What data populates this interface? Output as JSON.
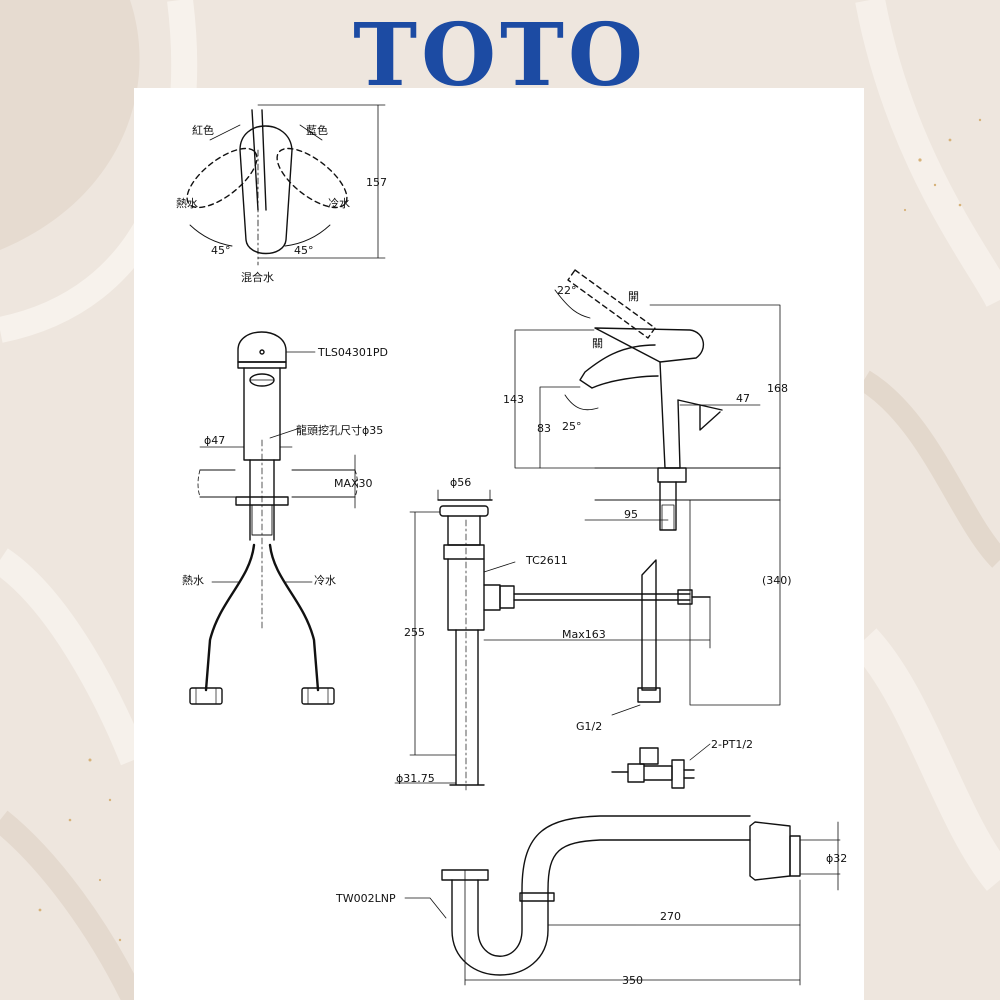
{
  "brand": {
    "logo_text": "TOTO",
    "logo_color": "#1c4ba3"
  },
  "top_view": {
    "red_label": "紅色",
    "blue_label": "藍色",
    "hot_label": "熱水",
    "cold_label": "冷水",
    "angle_left": "45°",
    "angle_right": "45°",
    "mixed_label": "混合水",
    "height_dim": "157"
  },
  "front_view": {
    "model": "TLS04301PD",
    "body_diameter": "ϕ47",
    "hole_label": "龍頭挖孔尺寸ϕ35",
    "max_thickness": "MAX30",
    "hot_label": "熱水",
    "cold_label": "冷水"
  },
  "side_view": {
    "angle_open": "22°",
    "open_label": "開",
    "close_label": "關",
    "height_143": "143",
    "height_168": "168",
    "reach_47": "47",
    "height_83": "83",
    "angle_spout": "25°",
    "dist_95": "95",
    "total_340": "(340)"
  },
  "drain": {
    "top_diameter": "ϕ56",
    "model": "TC2611",
    "length_255": "255",
    "max_163": "Max163",
    "tail_diameter": "ϕ31.75",
    "inlet_thread": "G1/2",
    "valve_thread": "2-PT1/2"
  },
  "trap": {
    "model": "TW002LNP",
    "outlet_diameter": "ϕ32",
    "length_270": "270",
    "length_350": "350"
  }
}
